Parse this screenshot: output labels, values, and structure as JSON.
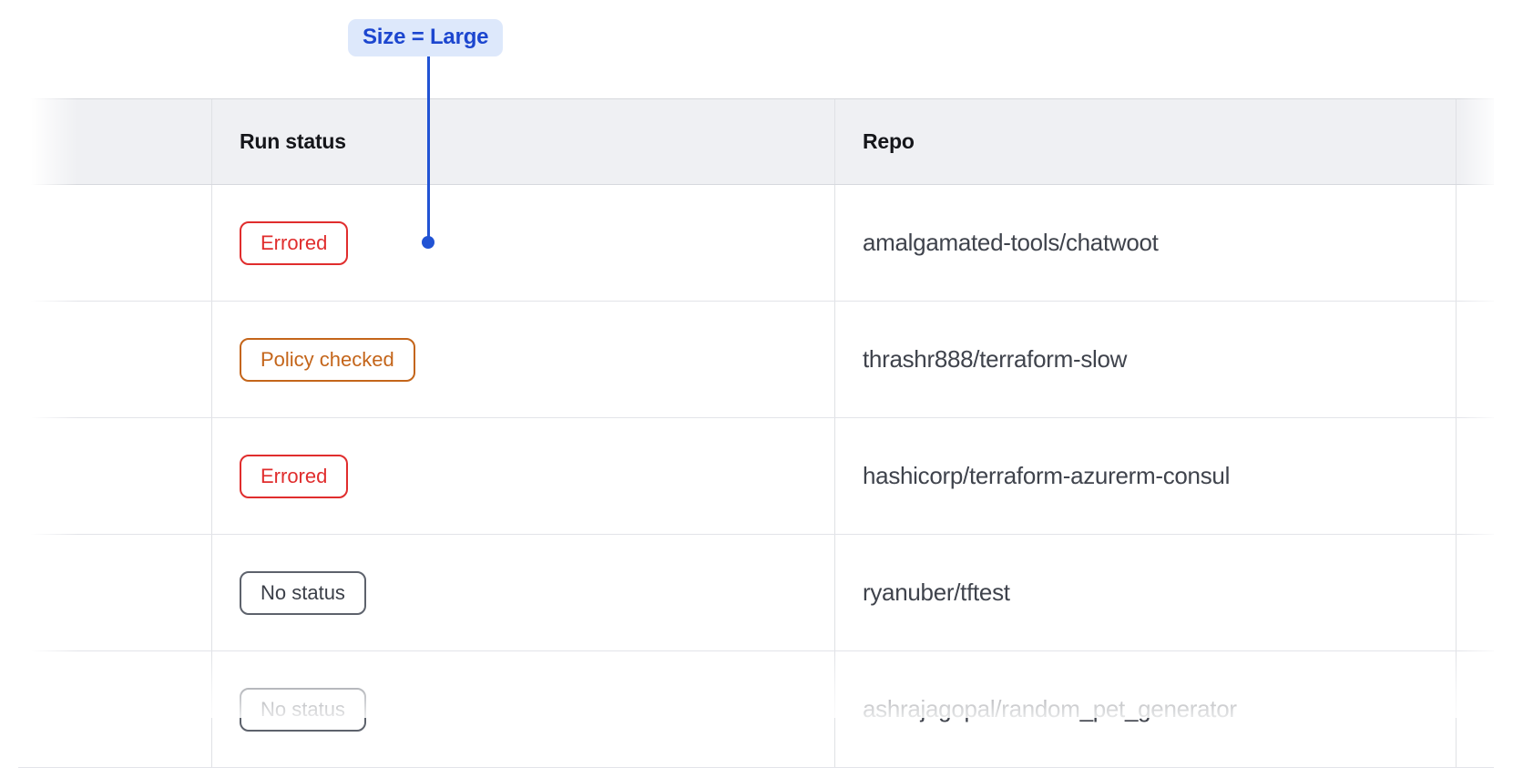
{
  "annotation": {
    "label": "Size = Large",
    "accent_color": "#2153d4",
    "text_color": "#1c46cf",
    "background_color": "#dde8fb"
  },
  "table": {
    "columns": [
      {
        "label": ""
      },
      {
        "label": "Run status"
      },
      {
        "label": "Repo"
      },
      {
        "label": ""
      }
    ],
    "status_colors": {
      "errored": "#e02d2d",
      "policy-checked": "#c4651a",
      "no-status": "#3b3f48"
    },
    "rows": [
      {
        "status": "Errored",
        "variant": "errored",
        "repo": "amalgamated-tools/chatwoot"
      },
      {
        "status": "Policy checked",
        "variant": "policy-checked",
        "repo": "thrashr888/terraform-slow"
      },
      {
        "status": "Errored",
        "variant": "errored",
        "repo": "hashicorp/terraform-azurerm-consul"
      },
      {
        "status": "No status",
        "variant": "no-status",
        "repo": "ryanuber/tftest"
      },
      {
        "status": "No status",
        "variant": "no-status",
        "repo": "ashrajagopal/random_pet_generator"
      }
    ]
  }
}
